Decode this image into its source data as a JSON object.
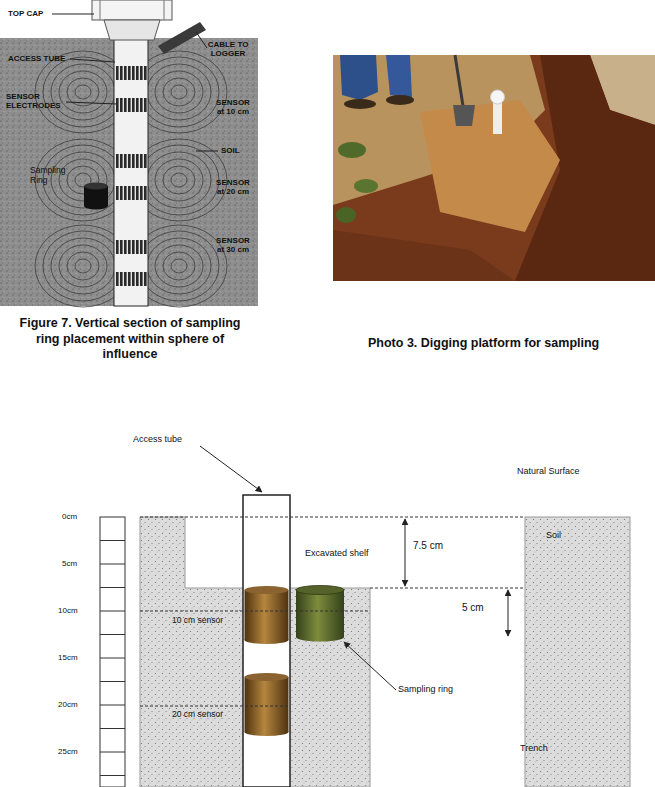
{
  "diagram": {
    "caption": "Figure 7. Vertical section of sampling ring placement within sphere of influence",
    "labels": [
      "TOP CAP",
      "ACCESS TUBE",
      "CABLE TO LOGGER",
      "SENSOR ELECTRODES",
      "SENSOR at 10 cm",
      "SOIL",
      "Sampling Ring",
      "SENSOR at 20 cm",
      "SENSOR at 30 cm",
      "Photo 3. Digging platform for sampling",
      "Access tube",
      "Natural Surface",
      "0cm",
      "5cm",
      "10cm",
      "15cm",
      "20cm",
      "25cm",
      "Excavated shelf",
      "7.5 cm",
      "5 cm",
      "Soil",
      "10 cm sensor",
      "Sampling ring",
      "20 cm sensor",
      "Trench"
    ]
  }
}
